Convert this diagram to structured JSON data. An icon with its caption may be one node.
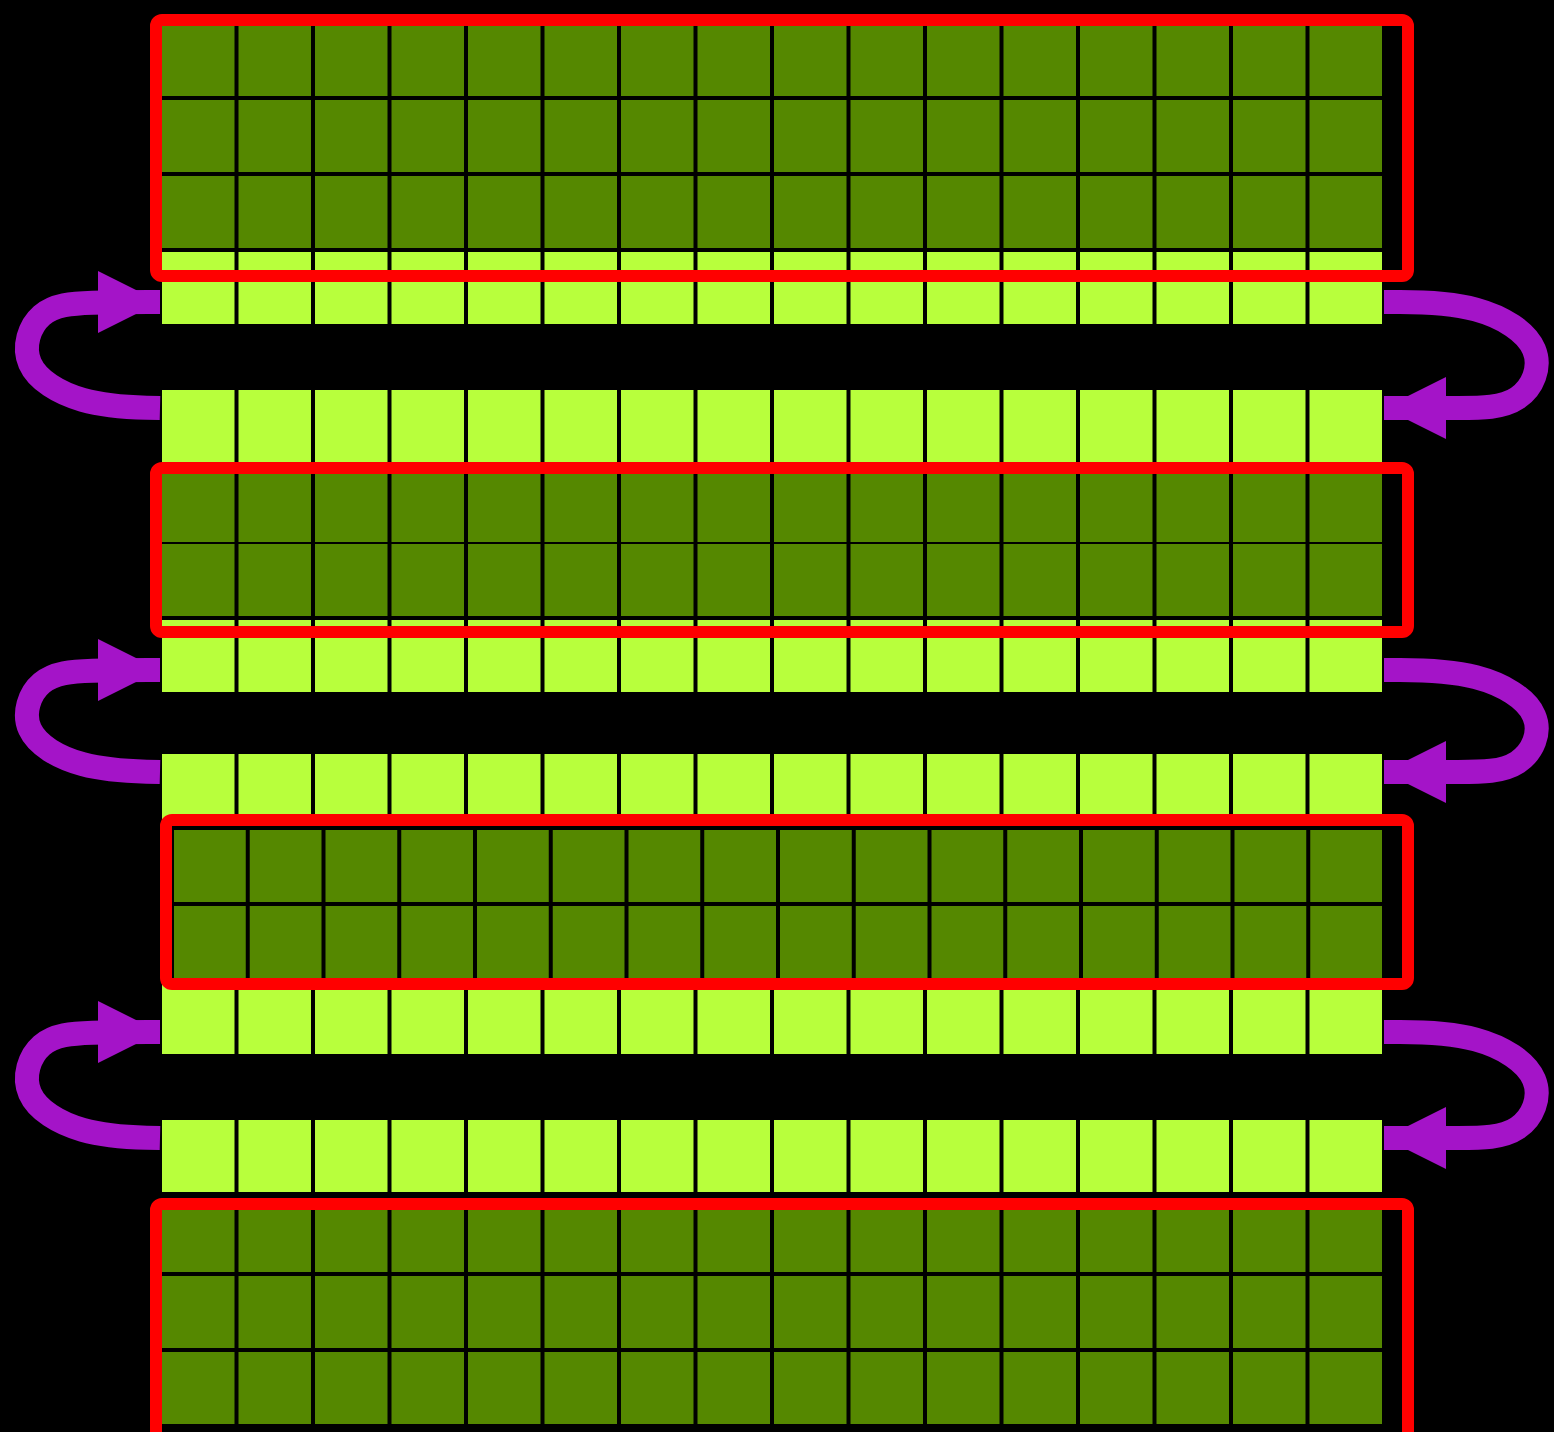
{
  "diagram": {
    "nodes": [
      {
        "text": [],
        "shape": "box"
      },
      {
        "text": [],
        "shape": "bar"
      },
      {
        "text": [],
        "shape": "bar"
      },
      {
        "text": [],
        "shape": "box"
      },
      {
        "text": [],
        "shape": "bar"
      },
      {
        "text": [],
        "shape": "bar"
      },
      {
        "text": [],
        "shape": "box"
      },
      {
        "text": [],
        "shape": "bar"
      },
      {
        "text": [],
        "shape": "bar"
      },
      {
        "text": [],
        "shape": "box"
      }
    ],
    "edges": [
      {
        "from": 2,
        "to": 1,
        "arrow": "to",
        "color": "#a414c8"
      },
      {
        "from": 1,
        "to": 2,
        "arrow": "to",
        "color": "#a414c8"
      },
      {
        "from": 5,
        "to": 4,
        "arrow": "to",
        "color": "#a414c8"
      },
      {
        "from": 4,
        "to": 5,
        "arrow": "to",
        "color": "#a414c8"
      },
      {
        "from": 8,
        "to": 7,
        "arrow": "to",
        "color": "#a414c8"
      },
      {
        "from": 7,
        "to": 8,
        "arrow": "to",
        "color": "#a414c8"
      }
    ]
  }
}
